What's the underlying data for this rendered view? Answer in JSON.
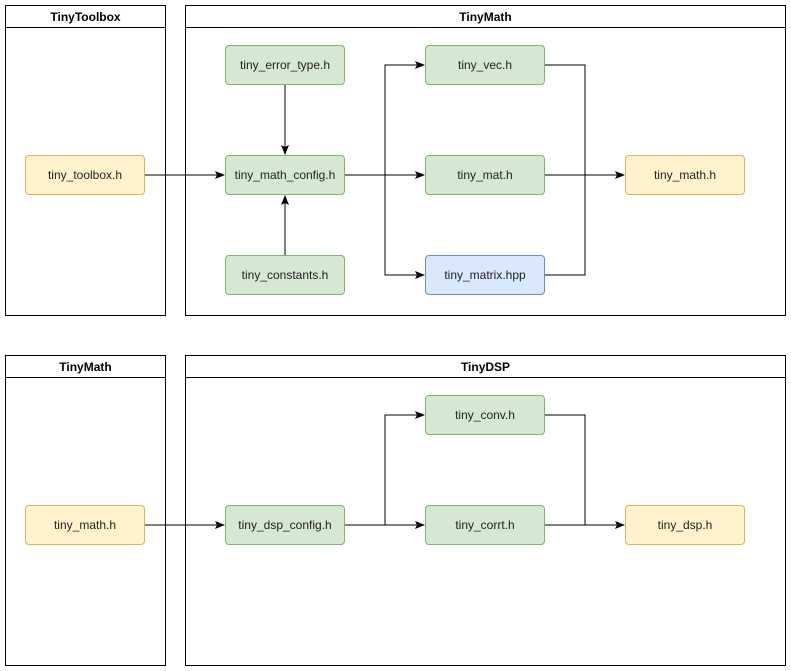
{
  "top": {
    "left_panel_title": "TinyToolbox",
    "right_panel_title": "TinyMath",
    "nodes": {
      "toolbox": "tiny_toolbox.h",
      "error_type": "tiny_error_type.h",
      "math_config": "tiny_math_config.h",
      "constants": "tiny_constants.h",
      "vec": "tiny_vec.h",
      "mat": "tiny_mat.h",
      "matrix": "tiny_matrix.hpp",
      "math": "tiny_math.h"
    }
  },
  "bottom": {
    "left_panel_title": "TinyMath",
    "right_panel_title": "TinyDSP",
    "nodes": {
      "math": "tiny_math.h",
      "dsp_config": "tiny_dsp_config.h",
      "conv": "tiny_conv.h",
      "corr": "tiny_corrt.h",
      "dsp": "tiny_dsp.h"
    }
  },
  "colors": {
    "green_fill": "#d5e8d4",
    "green_stroke": "#82b366",
    "yellow_fill": "#fff2cc",
    "yellow_stroke": "#d6b656",
    "blue_fill": "#dae8fc",
    "blue_stroke": "#6c8ebf"
  }
}
